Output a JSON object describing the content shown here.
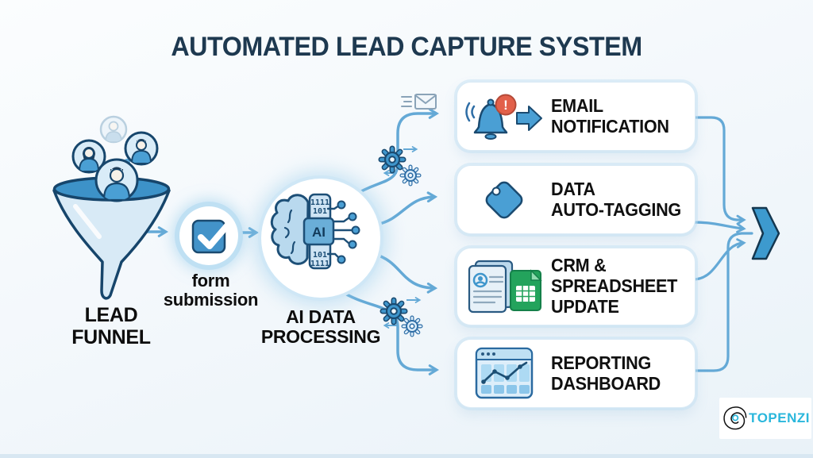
{
  "title": "AUTOMATED LEAD CAPTURE SYSTEM",
  "stages": {
    "lead_funnel": {
      "label": "LEAD\nFUNNEL"
    },
    "form_submission": {
      "label": "form\nsubmission"
    },
    "ai_processing": {
      "label": "AI DATA\nPROCESSING",
      "chip": "AI",
      "binary_top_row1": "1111",
      "binary_top_row2": "101",
      "binary_bottom_row1": "101",
      "binary_bottom_row2": "1111"
    }
  },
  "outputs": [
    {
      "label": "EMAIL\nNOTIFICATION",
      "icon": "bell-alert-icon",
      "badge": "!"
    },
    {
      "label": "DATA\nAUTO-TAGGING",
      "icon": "tag-icon"
    },
    {
      "label": "CRM &\nSPREADSHEET\nUPDATE",
      "icon": "contact-cards-and-spreadsheet-icon"
    },
    {
      "label": "REPORTING\nDASHBOARD",
      "icon": "dashboard-chart-icon"
    }
  ],
  "brand": {
    "name": "TOPENZI"
  },
  "colors": {
    "title_navy": "#1e3950",
    "accent_blue": "#4a9fd4",
    "outline_navy": "#1a4a70",
    "connector_blue": "#64a9d6",
    "alert_red": "#e2604a",
    "spreadsheet_green": "#23a35c",
    "brand_cyan": "#2ab7dc"
  }
}
